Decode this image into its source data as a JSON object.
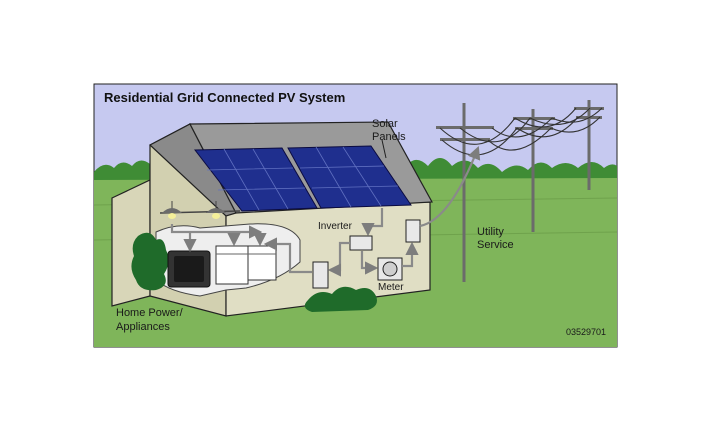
{
  "diagram": {
    "title": "Residential Grid Connected PV System",
    "labels": {
      "solar_panels_line1": "Solar",
      "solar_panels_line2": "Panels",
      "inverter": "Inverter",
      "meter": "Meter",
      "utility_line1": "Utility",
      "utility_line2": "Service",
      "home_line1": "Home Power/",
      "home_line2": "Appliances",
      "figure_code": "03529701"
    },
    "colors": {
      "sky": "#c6c9f0",
      "grass": "#7fb55a",
      "tree_band": "#3f8c35",
      "wall": "#d8d6b8",
      "roof": "#8a8a8a",
      "panel": "#1f2f8e",
      "arrow": "#8a8a8a"
    }
  }
}
